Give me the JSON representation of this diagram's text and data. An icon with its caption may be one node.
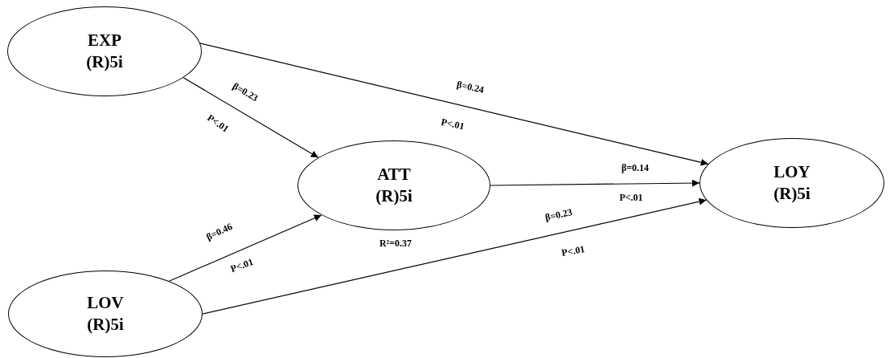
{
  "diagram": {
    "nodes": [
      {
        "text": [
          "EXP (R)5i"
        ]
      },
      {
        "text": [
          "ATT (R)5i"
        ],
        "beside": [
          "R²=0.37"
        ]
      },
      {
        "text": [
          "LOY (R)5i"
        ]
      },
      {
        "text": [
          "LOV (R)5i"
        ]
      }
    ],
    "edges": [
      {
        "from": 0,
        "to": 1,
        "arrow": "to",
        "label": "β=0.23"
      },
      {
        "from": 0,
        "to": 2,
        "arrow": "to",
        "label": "β=0.24"
      },
      {
        "from": 1,
        "to": 2,
        "arrow": "to",
        "label": "β=0.14"
      },
      {
        "from": 3,
        "to": 1,
        "arrow": "to",
        "label": "β=0.46"
      },
      {
        "from": 3,
        "to": 2,
        "arrow": "to",
        "label": "β=0.23"
      }
    ],
    "labels": [
      "P<.01",
      "P<.01",
      "P<.01",
      "P<.01",
      "P<.01"
    ]
  }
}
